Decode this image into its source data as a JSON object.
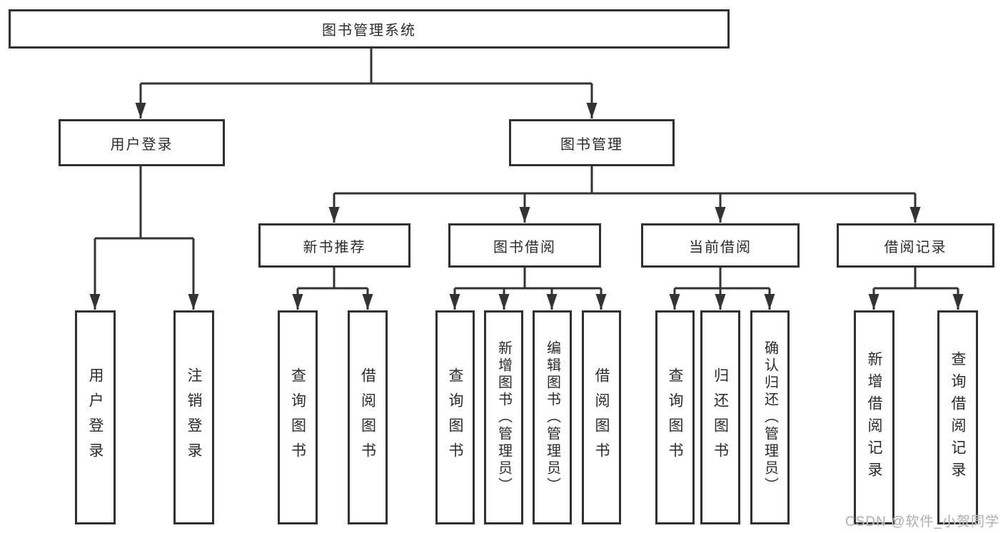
{
  "diagram": {
    "type": "hierarchy-tree",
    "root": {
      "label": "图书管理系统"
    },
    "branches": [
      {
        "label": "用户登录",
        "children": [
          {
            "label": "用户登录"
          },
          {
            "label": "注销登录"
          }
        ]
      },
      {
        "label": "图书管理",
        "children": [
          {
            "label": "新书推荐",
            "children": [
              {
                "label": "查询图书"
              },
              {
                "label": "借阅图书"
              }
            ]
          },
          {
            "label": "图书借阅",
            "children": [
              {
                "label": "查询图书"
              },
              {
                "label": "新增图书（管理员）"
              },
              {
                "label": "编辑图书（管理员）"
              },
              {
                "label": "借阅图书"
              }
            ]
          },
          {
            "label": "当前借阅",
            "children": [
              {
                "label": "查询图书"
              },
              {
                "label": "归还图书"
              },
              {
                "label": "确认归还（管理员）"
              }
            ]
          },
          {
            "label": "借阅记录",
            "children": [
              {
                "label": "新增借阅记录"
              },
              {
                "label": "查询借阅记录"
              }
            ]
          }
        ]
      }
    ]
  },
  "watermark": {
    "text": "CSDN @软件_小贺同学"
  },
  "colors": {
    "line": "#333333",
    "box_border": "#313131",
    "box_fill": "#ffffff",
    "text": "#2b2b2b",
    "watermark": "#b3b3b3",
    "background": "#ffffff"
  }
}
